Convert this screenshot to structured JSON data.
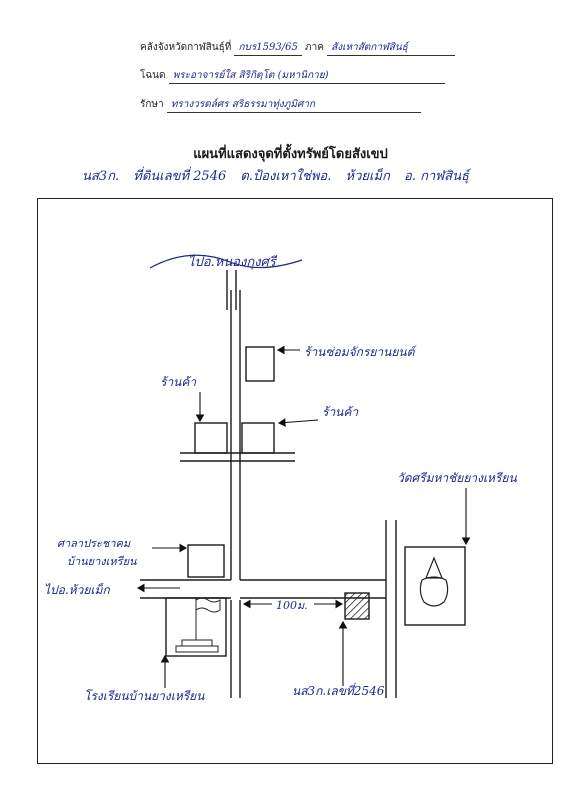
{
  "header": {
    "line1_label": "คลังจังหวัดกาฬสินธุ์ที่",
    "line1_value": "กบร1593/65",
    "line1_label2": "ภาค",
    "line1_value2": "สังเหาสัตกาฬสินธุ์",
    "line2_label": "โฉนด",
    "line2_value": "พระอาจารย์ใส สิริกิตฺโต (มหานิกาย)",
    "line3_label": "รักษา",
    "line3_value": "ทรางวรดล์ศร สริธรรมาทุ่งภูมิศาก"
  },
  "map": {
    "title": "แผนที่แสดงจุดที่ตั้งทรัพย์โดยสังเขป",
    "parcel_line": {
      "code": "นส3ก.",
      "deed": "ที่ดินเลขที่ 2546",
      "subdistrict": "ต.ป้องเหาใช่พอ.",
      "district": "ห้วยเม็ก",
      "province": "อ. กาฬสินธุ์"
    },
    "labels": {
      "to_nong_kung_si": "ไปอ.หนองกุงศรี",
      "repair_shop": "ร้านซ่อมจักรยานยนต์",
      "shop_left": "ร้านค้า",
      "shop_right": "ร้านค้า",
      "temple": "วัดศรีมหาชัยยางเหรียน",
      "hall": "ศาลาประชาคม\nบ้านยางเหรียน",
      "to_huai_mek": "ไปอ.ห้วยเม็ก",
      "distance": "100ม.",
      "school": "โรงเรียนบ้านยางเหรียน",
      "property": "นส3ก.เลขที่2546"
    }
  }
}
